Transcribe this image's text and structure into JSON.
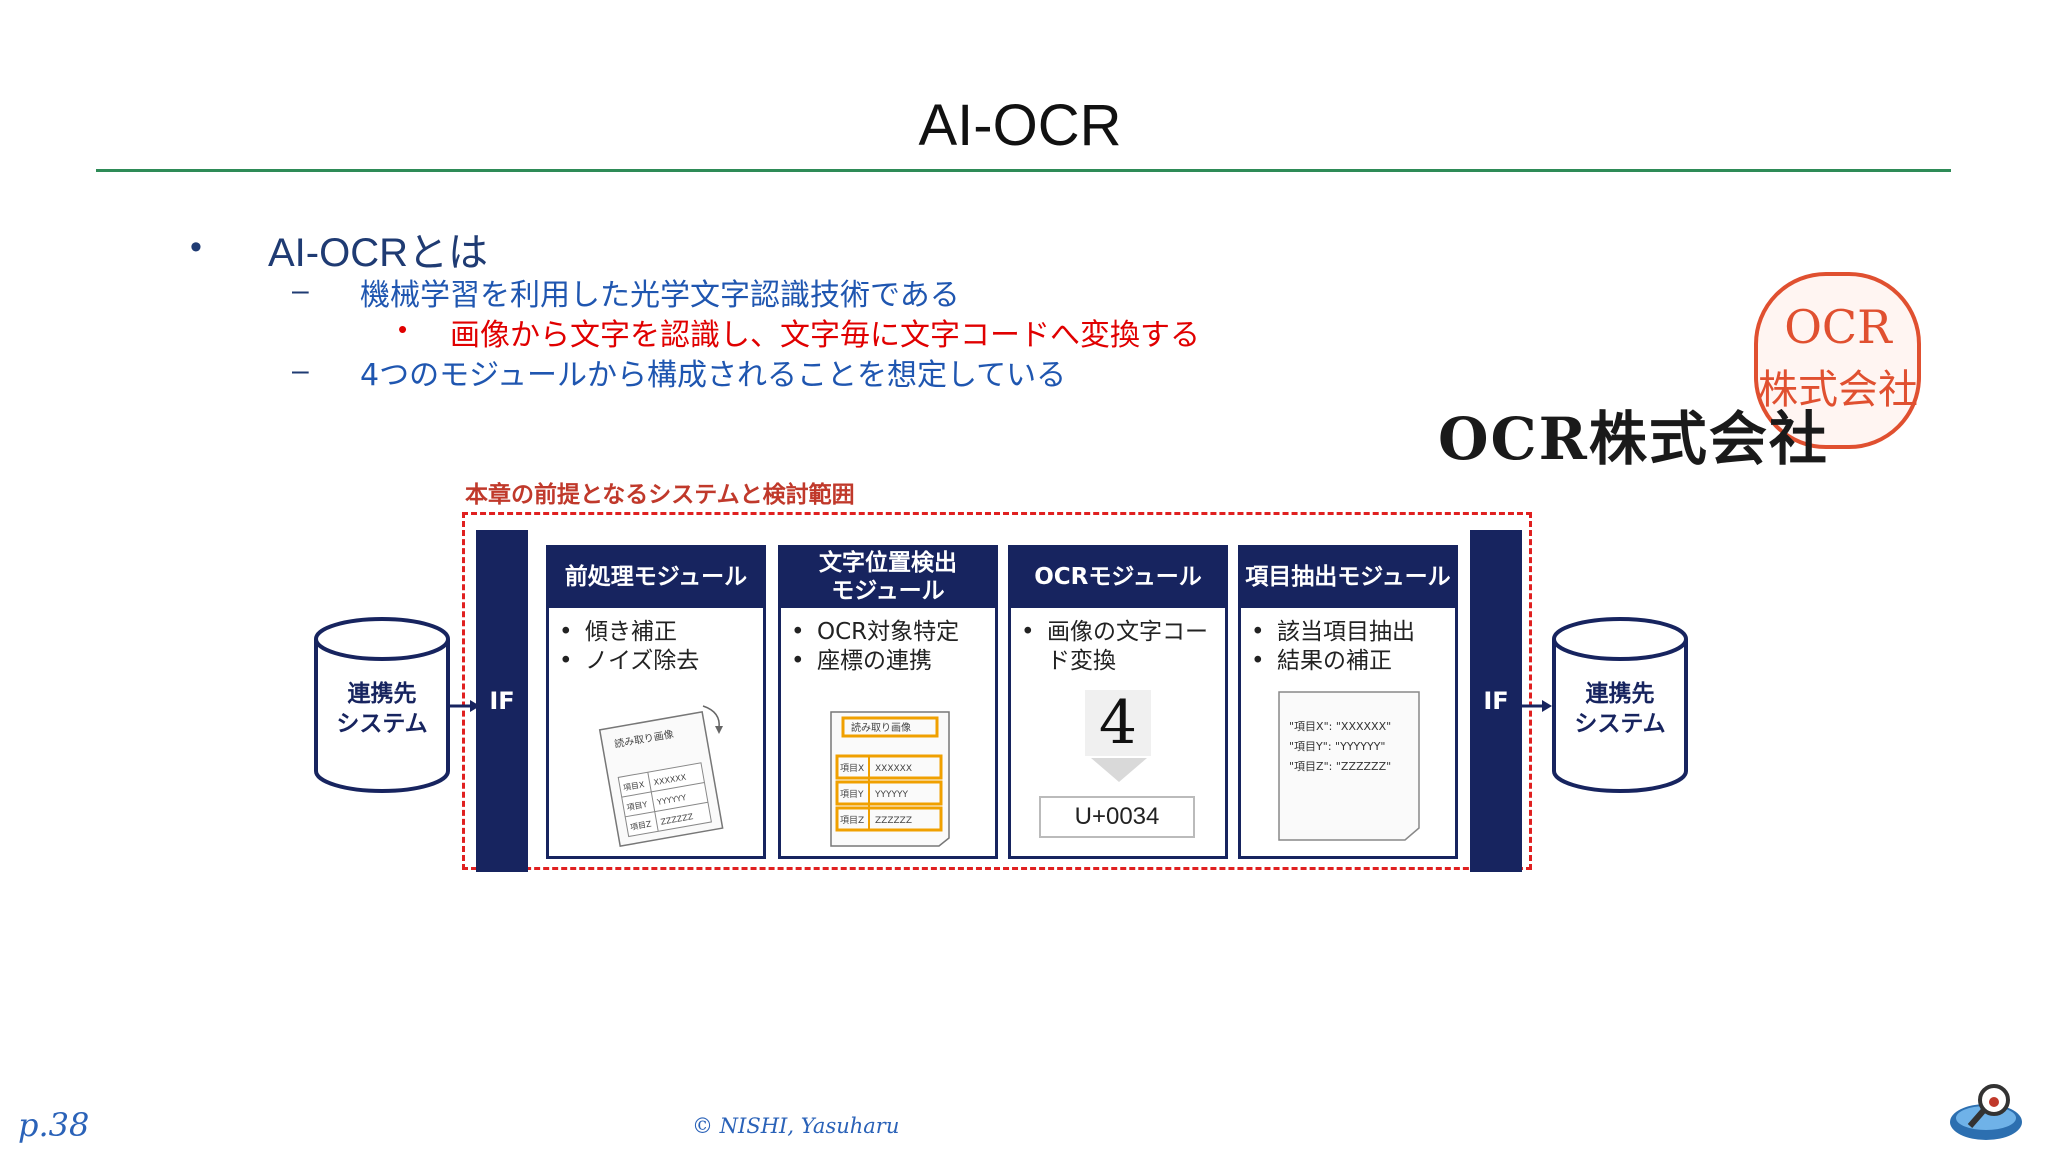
{
  "slide": {
    "title": "AI-OCR",
    "bullets": {
      "b1_marker": "•",
      "b1": "AI-OCRとは",
      "b2_marker": "–",
      "b2": "機械学習を利用した光学文字認識技術である",
      "b3_marker": "•",
      "b3": "画像から文字を認識し、文字毎に文字コードへ変換する",
      "b4_marker": "–",
      "b4": "4つのモジュールから構成されることを想定している"
    },
    "company_image": {
      "seal_text_top": "OCR",
      "seal_text_bottom": "株式会社",
      "company_name": "OCR株式会社"
    }
  },
  "diagram": {
    "scope_label": "本章の前提となるシステムと検討範囲",
    "left_system": "連携先\nシステム",
    "right_system": "連携先\nシステム",
    "if_left": "IF",
    "if_right": "IF",
    "modules": [
      {
        "title": "前処理モジュール",
        "items": [
          "傾き補正",
          "ノイズ除去"
        ]
      },
      {
        "title": "文字位置検出\nモジュール",
        "items": [
          "OCR対象特定",
          "座標の連携"
        ]
      },
      {
        "title": "OCRモジュール",
        "items": [
          "画像の文字コー\nド変換"
        ]
      },
      {
        "title": "項目抽出モジュール",
        "items": [
          "該当項目抽出",
          "結果の補正"
        ]
      }
    ],
    "doc1": {
      "title": "読み取り画像",
      "rows": [
        [
          "項目X",
          "XXXXXX"
        ],
        [
          "項目Y",
          "YYYYYY"
        ],
        [
          "項目Z",
          "ZZZZZZ"
        ]
      ]
    },
    "doc2": {
      "title": "読み取り画像",
      "rows": [
        [
          "項目X",
          "XXXXXX"
        ],
        [
          "項目Y",
          "YYYYYY"
        ],
        [
          "項目Z",
          "ZZZZZZ"
        ]
      ]
    },
    "ocr_glyph": "4",
    "ocr_code": "U+0034",
    "doc4_lines": [
      "\"項目X\": \"XXXXXX\"",
      "\"項目Y\": \"YYYYYY\"",
      "\"項目Z\": \"ZZZZZZ\""
    ]
  },
  "footer": {
    "page": "p.38",
    "copyright": "© NISHI, Yasuharu"
  }
}
